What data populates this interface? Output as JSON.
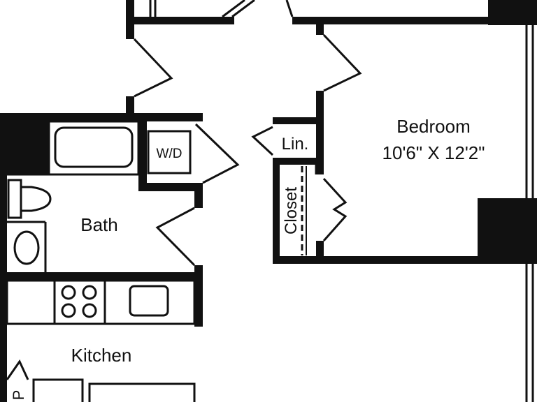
{
  "rooms": {
    "bedroom": {
      "label": "Bedroom",
      "dimensions": "10'6\" X 12'2\""
    },
    "bath": {
      "label": "Bath"
    },
    "kitchen": {
      "label": "Kitchen"
    },
    "linen": {
      "label": "Lin."
    },
    "closet": {
      "label": "Closet"
    },
    "washer_dryer": {
      "label": "W/D"
    },
    "pantry": {
      "label": "P"
    }
  },
  "colors": {
    "wall": "#111111",
    "background": "#ffffff",
    "line": "#111111"
  }
}
